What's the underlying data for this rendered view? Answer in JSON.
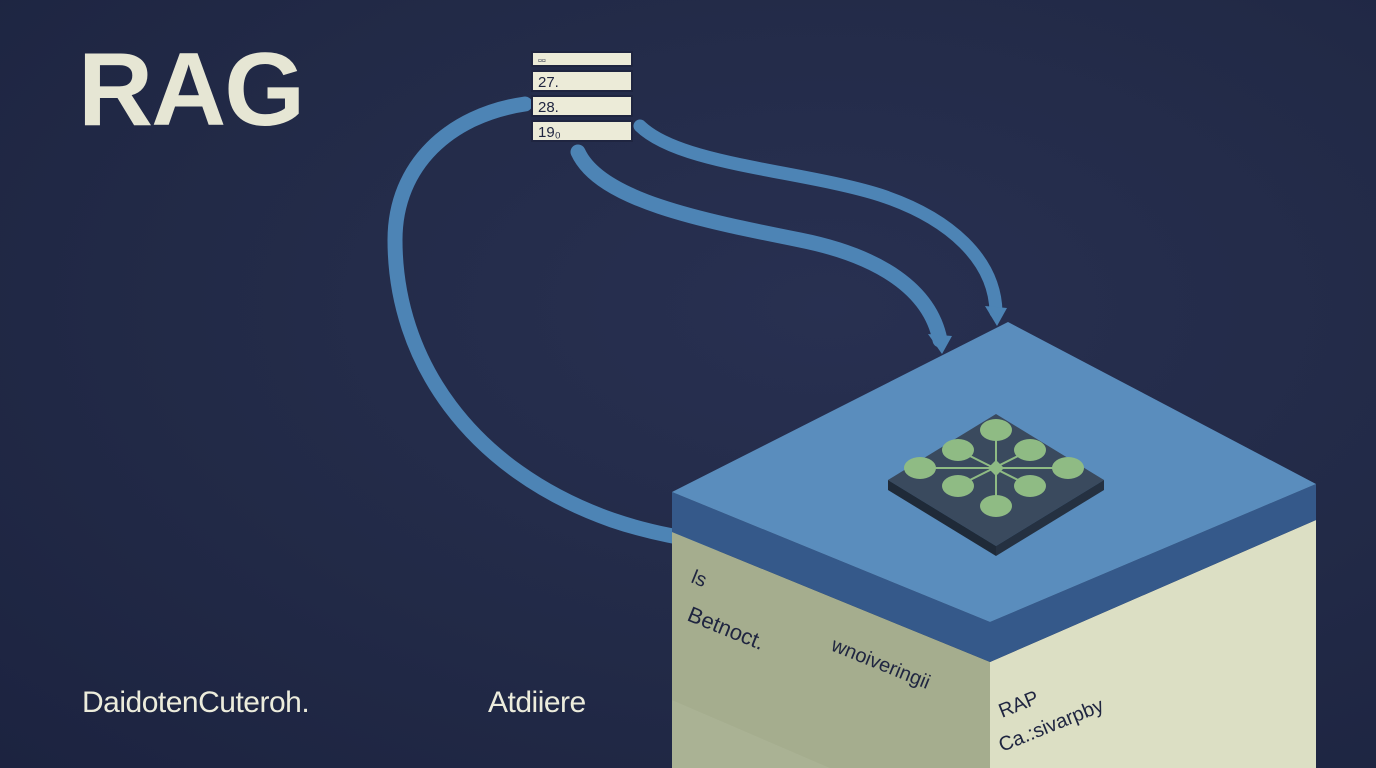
{
  "title": "RAG",
  "captions": {
    "left": "DaidotenCuteroh.",
    "middle": "Atdiiere"
  },
  "doc_stack": {
    "rows": [
      "▫▫",
      "27.",
      "28.",
      "19₀"
    ]
  },
  "box": {
    "front_labels": {
      "top": "ls",
      "middle": "Betnoct.",
      "right": "wnoiveringii"
    },
    "right_labels": {
      "top": "RAP",
      "bottom": "Ca.:sivarpby"
    }
  },
  "colors": {
    "background": "#222a47",
    "arrow_blue": "#4d84b5",
    "box_top": "#5a8dbd",
    "box_side": "#dcdfc4",
    "chip_dark": "#3a4a5e",
    "chip_node": "#8fbb84",
    "text_light": "#e6e6d4"
  }
}
